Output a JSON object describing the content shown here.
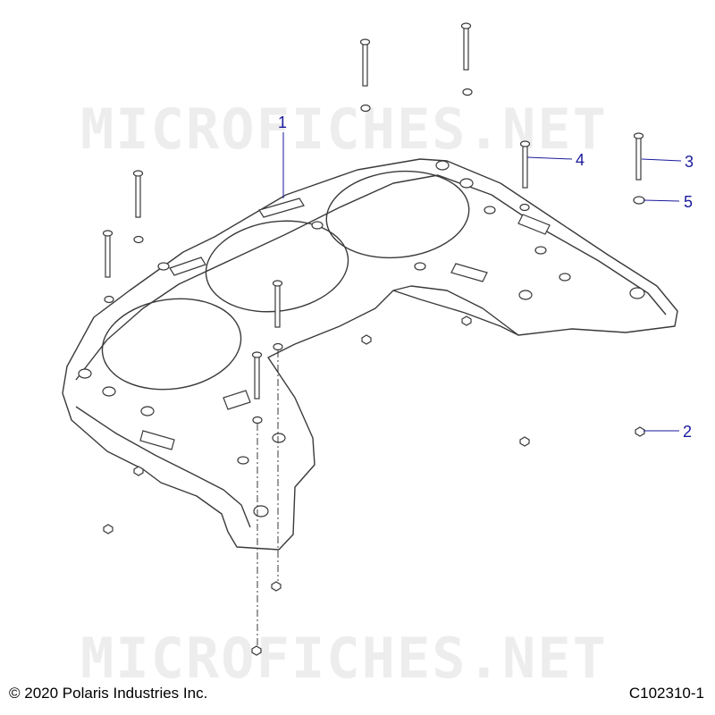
{
  "watermark": "MICROFICHES.NET",
  "footer": {
    "copyright": "© 2020 Polaris Industries Inc.",
    "drawing_number": "C102310-1"
  },
  "callouts": [
    "1",
    "2",
    "3",
    "4",
    "5"
  ],
  "colors": {
    "callout": "#1a1a9c",
    "line": "#3a3a3a"
  }
}
